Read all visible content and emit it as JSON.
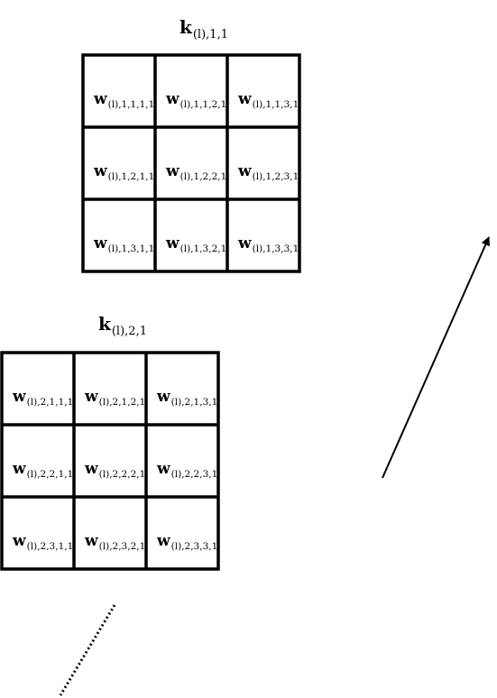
{
  "kernels": [
    {
      "symbol": "k",
      "subscript": "(l),1,1",
      "cells": [
        [
          {
            "symbol": "w",
            "subscript": "(l),1,1,1,1"
          },
          {
            "symbol": "w",
            "subscript": "(l),1,1,2,1"
          },
          {
            "symbol": "w",
            "subscript": "(l),1,1,3,1"
          }
        ],
        [
          {
            "symbol": "w",
            "subscript": "(l),1,2,1,1"
          },
          {
            "symbol": "w",
            "subscript": "(l),1,2,2,1"
          },
          {
            "symbol": "w",
            "subscript": "(l),1,2,3,1"
          }
        ],
        [
          {
            "symbol": "w",
            "subscript": "(l),1,3,1,1"
          },
          {
            "symbol": "w",
            "subscript": "(l),1,3,2,1"
          },
          {
            "symbol": "w",
            "subscript": "(l),1,3,3,1"
          }
        ]
      ]
    },
    {
      "symbol": "k",
      "subscript": "(l),2,1",
      "cells": [
        [
          {
            "symbol": "w",
            "subscript": "(l),2,1,1,1"
          },
          {
            "symbol": "w",
            "subscript": "(l),2,1,2,1"
          },
          {
            "symbol": "w",
            "subscript": "(l),2,1,3,1"
          }
        ],
        [
          {
            "symbol": "w",
            "subscript": "(l),2,2,1,1"
          },
          {
            "symbol": "w",
            "subscript": "(l),2,2,2,1"
          },
          {
            "symbol": "w",
            "subscript": "(l),2,2,3,1"
          }
        ],
        [
          {
            "symbol": "w",
            "subscript": "(l),2,3,1,1"
          },
          {
            "symbol": "w",
            "subscript": "(l),2,3,2,1"
          },
          {
            "symbol": "w",
            "subscript": "(l),2,3,3,1"
          }
        ]
      ]
    }
  ]
}
